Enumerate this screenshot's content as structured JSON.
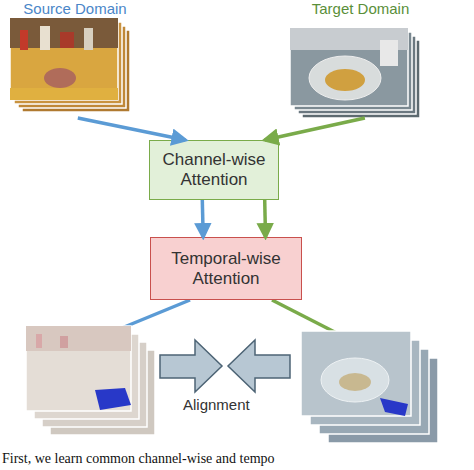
{
  "diagram": {
    "caption": "First, we learn common channel-wise and tempo",
    "nodes": [
      {
        "text": [
          "Source Domain"
        ]
      },
      {
        "text": [
          "Target Domain"
        ]
      },
      {
        "text": [
          "Channel-wise Attention"
        ]
      },
      {
        "text": [
          "Temporal-wise Attention"
        ]
      }
    ],
    "edges": [
      {
        "from": 0,
        "to": 2,
        "arrow": "to"
      },
      {
        "from": 1,
        "to": 2,
        "arrow": "to"
      },
      {
        "from": 2,
        "to": 3,
        "arrow": "to"
      },
      {
        "from": 2,
        "to": 3,
        "arrow": "to"
      }
    ],
    "labels": [
      "Alignment"
    ]
  }
}
